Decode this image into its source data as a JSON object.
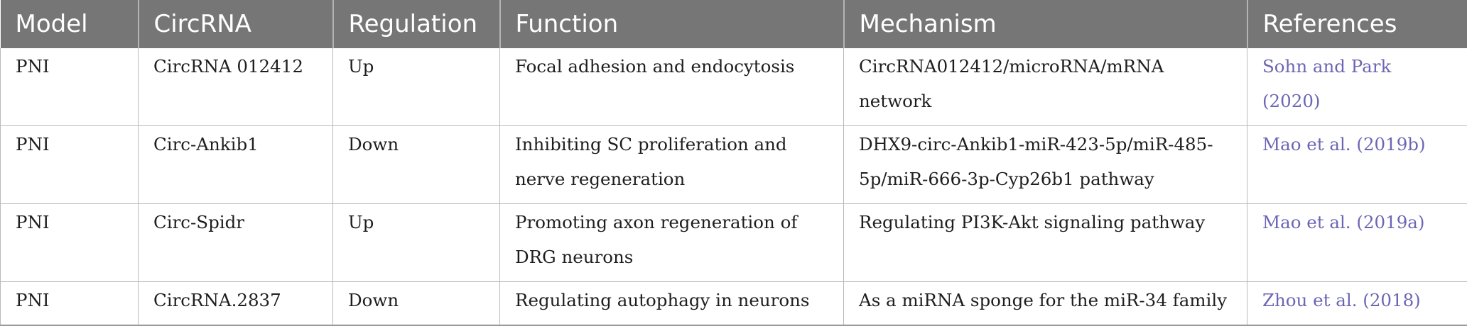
{
  "table": {
    "headers": [
      "Model",
      "CircRNA",
      "Regulation",
      "Function",
      "Mechanism",
      "References"
    ],
    "rows": [
      {
        "model": "PNI",
        "circrna": "CircRNA 012412",
        "regulation": "Up",
        "function": "Focal adhesion and endocytosis",
        "mechanism": "CircRNA012412/microRNA/mRNA network",
        "reference": "Sohn and Park (2020)"
      },
      {
        "model": "PNI",
        "circrna": "Circ-Ankib1",
        "regulation": "Down",
        "function": "Inhibiting SC proliferation and nerve regeneration",
        "mechanism": "DHX9-circ-Ankib1-miR-423-5p/miR-485-5p/miR-666-3p-Cyp26b1 pathway",
        "reference": "Mao et al. (2019b)"
      },
      {
        "model": "PNI",
        "circrna": "Circ-Spidr",
        "regulation": "Up",
        "function": "Promoting axon regeneration of DRG neurons",
        "mechanism": "Regulating PI3K-Akt signaling pathway",
        "reference": "Mao et al. (2019a)"
      },
      {
        "model": "PNI",
        "circrna": "CircRNA.2837",
        "regulation": "Down",
        "function": "Regulating autophagy in neurons",
        "mechanism": "As a miRNA sponge for the miR-34 family",
        "reference": "Zhou et al. (2018)"
      }
    ]
  },
  "colors": {
    "header_background": "#767676",
    "header_text": "#ffffff",
    "reference_link": "#6a66b4",
    "body_text": "#1e1e1e"
  }
}
